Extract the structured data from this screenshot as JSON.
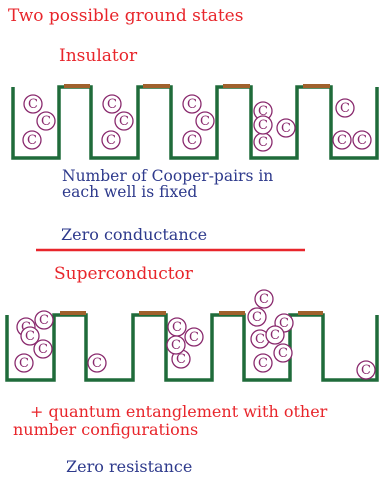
{
  "title": "Two possible ground states",
  "insulator": {
    "heading": "Insulator",
    "caption_line1": "Number of Cooper-pairs in",
    "caption_line2": "each well is fixed",
    "result": "Zero conductance"
  },
  "superconductor": {
    "heading": "Superconductor",
    "caption_line1": "+ quantum entanglement with other",
    "caption_line2": "number configurations",
    "result": "Zero resistance"
  },
  "pair_label": "C",
  "pairs_per_well": {
    "insulator": [
      3,
      3,
      3,
      4,
      3
    ],
    "superconductor": [
      5,
      1,
      4,
      7,
      1
    ]
  },
  "colors": {
    "text_red": "#e8252b",
    "text_blue": "#2e3a8c",
    "well_green": "#1f6b3a",
    "barrier_brown": "#a0612c",
    "pair_purple": "#8a2b6e"
  }
}
